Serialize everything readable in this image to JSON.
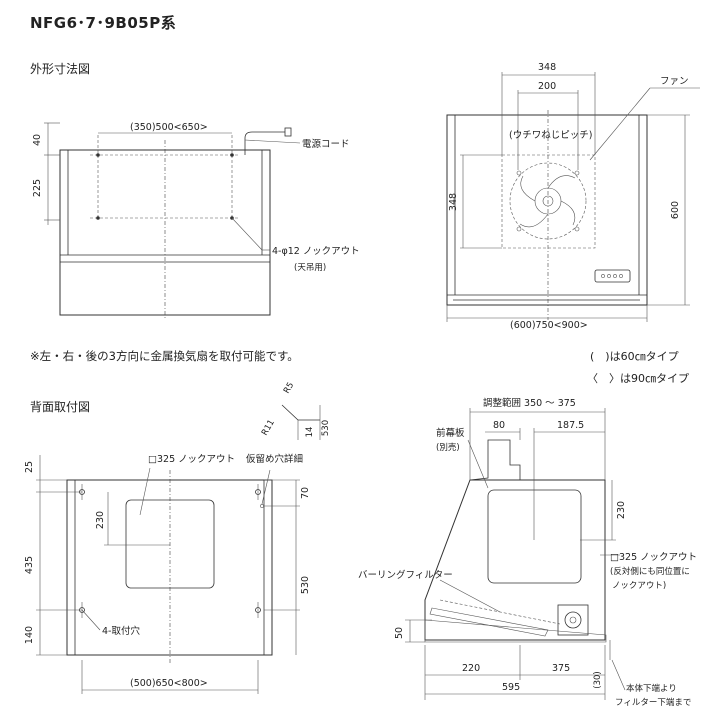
{
  "title": "NFG6･7･9B05P系",
  "section1": "外形寸法図",
  "section2": "背面取付図",
  "note_main": "※左・右・後の3方向に金属換気扇を取付可能です。",
  "legend": {
    "line1": "(　)は60㎝タイプ",
    "line2": "〈　〉は90㎝タイプ"
  },
  "top_left": {
    "width_label": "(350)500<650>",
    "dim_40": "40",
    "dim_225": "225",
    "cord_label": "電源コード",
    "knockout_label": "4-φ12 ノックアウト",
    "hang_label": "(天吊用)"
  },
  "top_right": {
    "dim_348_top": "348",
    "dim_200": "200",
    "fan_label": "ファン",
    "pitch_label": "(ウチワねじピッチ)",
    "dim_348_left": "348",
    "dim_600": "600",
    "width_label": "(600)750<900>"
  },
  "bottom_left": {
    "dim_25": "25",
    "knockout_325": "□325 ノックアウト",
    "temp_hole": "仮留め穴詳細",
    "r5": "R5",
    "r11": "R11",
    "d14": "14",
    "d530_small": "530",
    "dim_70": "70",
    "dim_230": "230",
    "dim_435": "435",
    "dim_530": "530",
    "dim_140": "140",
    "mount_holes": "4-取付穴",
    "width_label": "(500)650<800>"
  },
  "bottom_right": {
    "adjust_range": "調整範囲 350 ～ 375",
    "front_panel": "前幕板",
    "sold_separately": "(別売)",
    "dim_80": "80",
    "dim_187_5": "187.5",
    "dim_230": "230",
    "knockout_325": "□325 ノックアウト",
    "opposite_side_1": "(反対側にも同位置に",
    "opposite_side_2": "ノックアウト)",
    "baffle_filter": "バーリングフィルター",
    "dim_50": "50",
    "dim_220": "220",
    "dim_375": "375",
    "dim_595": "595",
    "dim_30": "(30)",
    "bottom_note_1": "本体下端より",
    "bottom_note_2": "フィルター下端まで"
  }
}
